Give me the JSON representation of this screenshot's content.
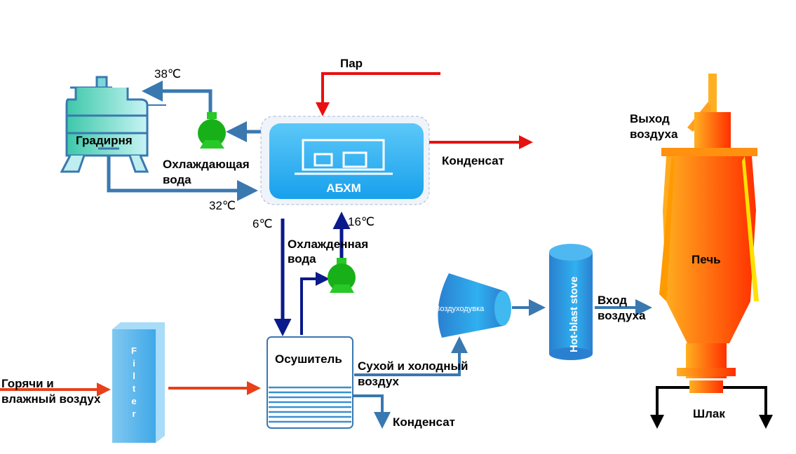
{
  "colors": {
    "water_pipe": "#3a78b0",
    "chilled_pipe": "#0a1a8a",
    "steam": "#e81010",
    "hot_air": "#e8401a",
    "pump": "#18b818",
    "abxm": "#30aef0",
    "furnace": "#ff7a10"
  },
  "labels": {
    "steam": "Пар",
    "temp_38": "38℃",
    "temp_32": "32℃",
    "temp_6": "6℃",
    "temp_16": "16℃",
    "cooling_tower": "Градирня",
    "cooling_water_1": "Охлаждающая",
    "cooling_water_2": "вода",
    "abxm": "АБХМ",
    "condensate_top": "Конденсат",
    "chilled_water_1": "Охлажденная",
    "chilled_water_2": "вода",
    "dryer": "Осушитель",
    "filter": [
      "F",
      "i",
      "l",
      "t",
      "e",
      "r"
    ],
    "hot_air_1": "Горячи и",
    "hot_air_2": "влажный воздух",
    "dry_air_1": "Сухой и холодный",
    "dry_air_2": "воздух",
    "condensate_bottom": "Конденсат",
    "blower": "Воздуходувка",
    "stove": "Hot-blast stove",
    "air_in_1": "Вход",
    "air_in_2": "воздуха",
    "furnace": "Печь",
    "air_out_1": "Выход",
    "air_out_2": "воздуха",
    "slag": "Шлак"
  }
}
